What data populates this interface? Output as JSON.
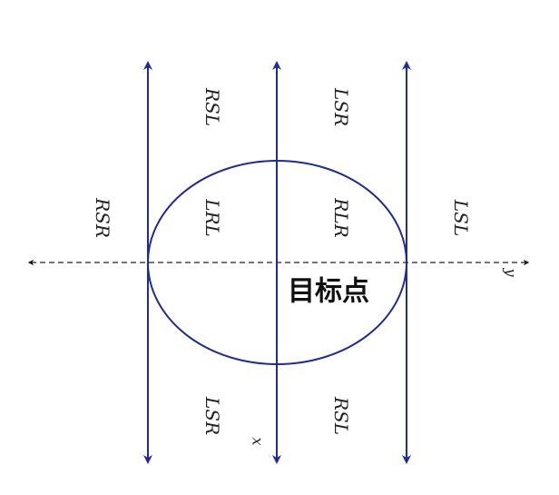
{
  "diagram": {
    "colors": {
      "blue": "#1f2a9c",
      "dashed_axis": "#222222",
      "text": "#222222"
    },
    "region_labels": {
      "top_left": "RSL",
      "top_right": "LSR",
      "mid_far_left": "RSR",
      "mid_inner_left": "LRL",
      "mid_inner_right": "RLR",
      "mid_far_right": "LSL",
      "bottom_left": "LSR",
      "bottom_right": "RSL"
    },
    "axis_labels": {
      "x": "x",
      "y": "y"
    },
    "target_label": "目标点"
  }
}
